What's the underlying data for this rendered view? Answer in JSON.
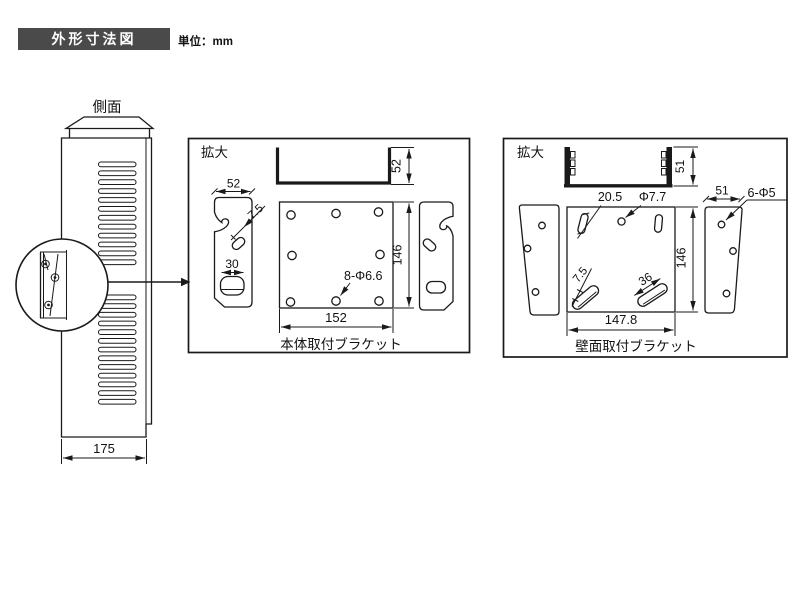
{
  "header": {
    "title": "外形寸法図",
    "unit": "単位：mm"
  },
  "side_view": {
    "label": "側面",
    "width": "175"
  },
  "main_bracket": {
    "zoom_label": "拡大",
    "caption": "本体取付ブラケット",
    "dims": {
      "channel_depth": "52",
      "side_plate_width": "52",
      "hook_slot_width": "7.5",
      "lower_slot_width": "30",
      "plate_height": "146",
      "plate_width": "152",
      "hole_spec": "8-Φ6.6"
    }
  },
  "wall_bracket": {
    "zoom_label": "拡大",
    "caption": "壁面取付ブラケット",
    "dims": {
      "channel_depth": "51",
      "upper_slot_length": "20.5",
      "center_hole_dia": "Φ7.7",
      "lower_slot_width": "7.5",
      "lower_slot_length": "36",
      "plate_height": "146",
      "plate_width": "147.8",
      "side_plate_width": "51",
      "side_hole_spec": "6-Φ5"
    }
  },
  "colors": {
    "line": "#1a1a1a",
    "title_bg": "#4a4a4a"
  }
}
